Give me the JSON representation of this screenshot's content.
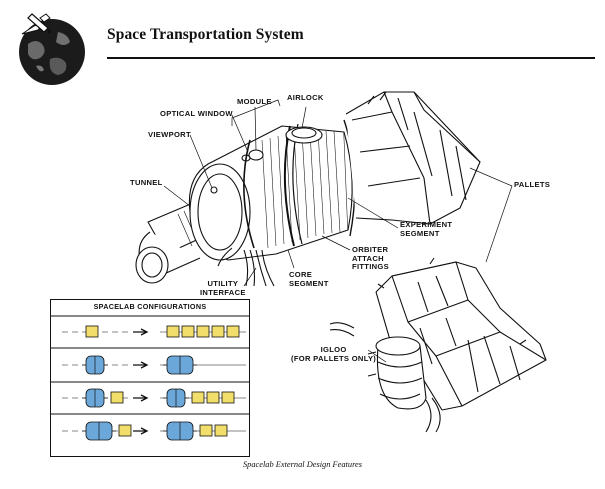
{
  "header": {
    "title": "Space Transportation System"
  },
  "labels": {
    "module": "MODULE",
    "airlock": "AIRLOCK",
    "optical_window": "OPTICAL WINDOW",
    "viewport": "VIEWPORT",
    "tunnel": "TUNNEL",
    "pallets": "PALLETS",
    "experiment_segment": [
      "EXPERIMENT",
      "SEGMENT"
    ],
    "orbiter_attach_fittings": [
      "ORBITER",
      "ATTACH",
      "FITTINGS"
    ],
    "core_segment": [
      "CORE",
      "SEGMENT"
    ],
    "utility_interface": [
      "UTILITY",
      "INTERFACE"
    ],
    "igloo": [
      "IGLOO",
      "(FOR PALLETS ONLY)"
    ]
  },
  "configurations": {
    "title": "SPACELAB CONFIGURATIONS",
    "colors": {
      "module": "#6ba7d8",
      "pallet": "#f2de6a"
    },
    "rows": [
      {
        "before": [
          "pallet"
        ],
        "after": [
          "pallet",
          "pallet",
          "pallet",
          "pallet",
          "pallet"
        ]
      },
      {
        "before": [
          "module-short"
        ],
        "after": [
          "module-long"
        ]
      },
      {
        "before": [
          "module-short",
          "pallet"
        ],
        "after": [
          "module-short",
          "pallet",
          "pallet",
          "pallet"
        ]
      },
      {
        "before": [
          "module-long",
          "pallet"
        ],
        "after": [
          "module-long",
          "pallet",
          "pallet"
        ]
      }
    ]
  },
  "caption": "Spacelab External Design Features"
}
